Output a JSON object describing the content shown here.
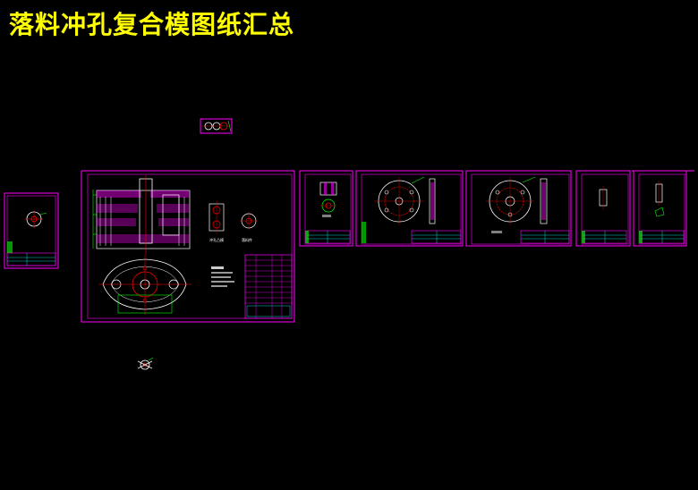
{
  "title": "落料冲孔复合模图纸汇总",
  "colors": {
    "background": "#000000",
    "title": "#ffff00",
    "frame": "#ff00ff",
    "geometry": "#ffffff",
    "dimension": "#00ff00",
    "centerline": "#ff0000",
    "table_text": "#00ffff"
  },
  "drawing_labels": {
    "punch_note": "冲孔凸模",
    "blank_note": "落料件"
  }
}
